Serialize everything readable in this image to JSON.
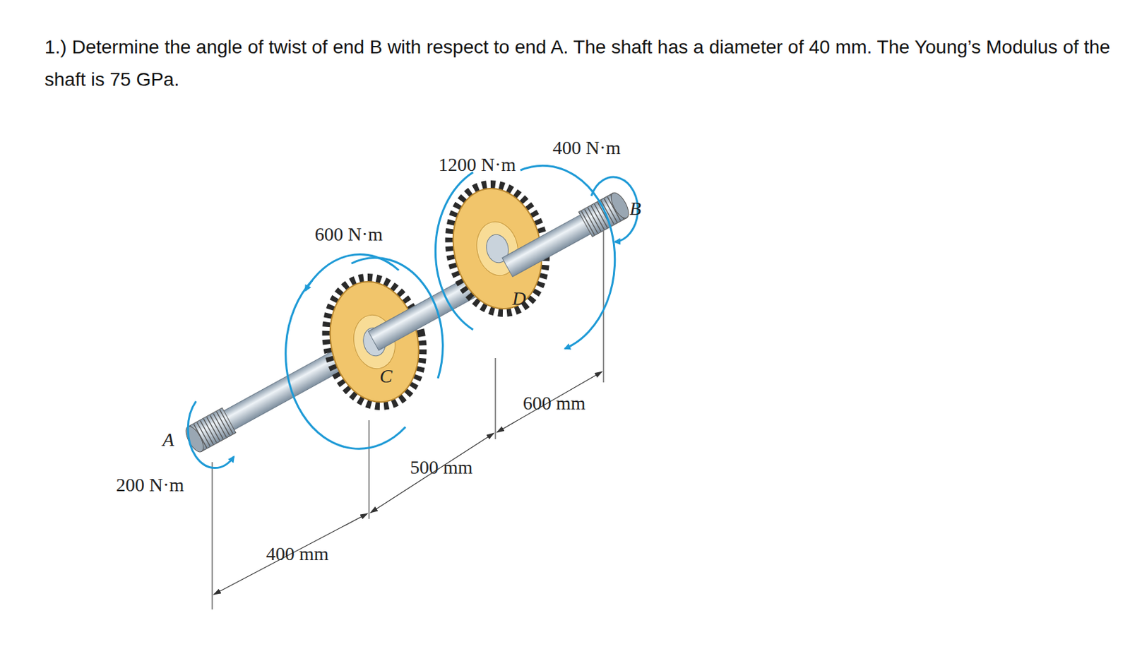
{
  "diagram": {
    "title": "1.) Determine the angle of twist of end B with respect to end A. The shaft has a diameter of 40 mm. The Young’s Modulus of the shaft is 75 GPa.",
    "labels": [
      "1200 N·m",
      "400 N·m",
      "B",
      "600 N·m",
      "D",
      "C",
      "600 mm",
      "A",
      "500 mm",
      "200 N·m",
      "400 mm"
    ]
  }
}
